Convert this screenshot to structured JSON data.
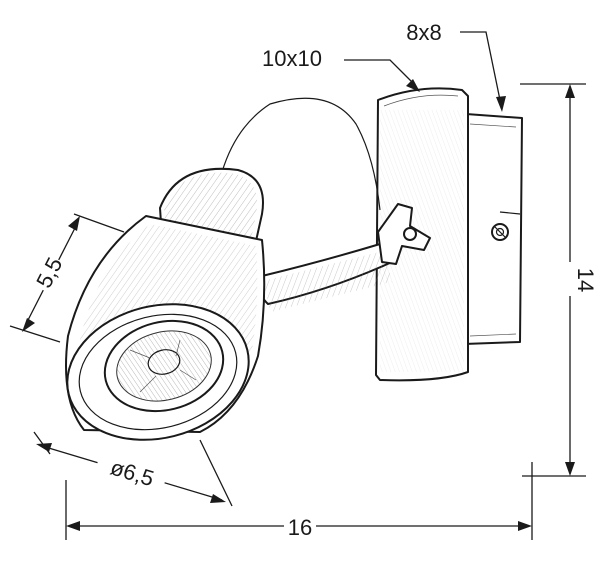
{
  "diagram": {
    "labels": {
      "total_width": "16",
      "height": "14",
      "shade_diameter": "ø6,5",
      "shade_depth": "5,5",
      "base_plate": "10x10",
      "mount_plate": "8x8"
    }
  }
}
